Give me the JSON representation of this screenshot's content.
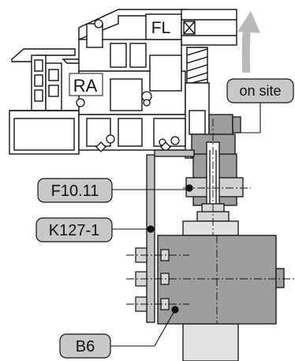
{
  "labels": {
    "fl": "FL",
    "ra": "RA",
    "on_site": "on site",
    "f10_11": "F10.11",
    "k127_1": "K127-1",
    "b6": "B6"
  },
  "colors": {
    "tag_fill": "#c8c8c8",
    "component_gray": "#9e9e9e",
    "light_gray": "#d6d6d6",
    "outline": "#111111",
    "arrow": "#b9b9b9"
  },
  "icons": {
    "arrow": "up-arrow-icon"
  }
}
